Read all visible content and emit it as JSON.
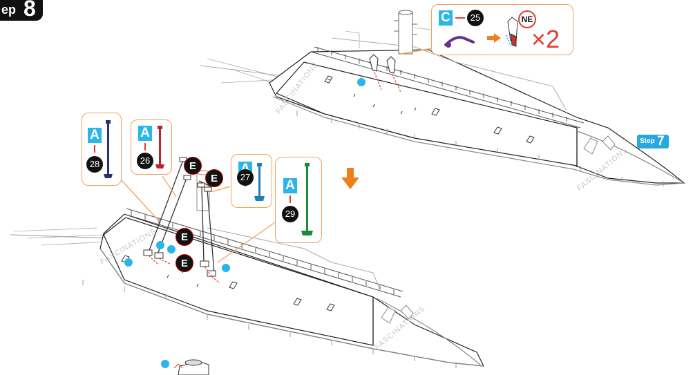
{
  "step_current": {
    "word": "ep",
    "number": "8"
  },
  "step_previous": {
    "word": "Step",
    "number": "7"
  },
  "watermark": "FASCINATIONS",
  "callout_top": {
    "sheet": "C",
    "part": "25",
    "tag": "NE",
    "multiplier": "×2"
  },
  "callouts_bottom": [
    {
      "sheet": "A",
      "part": "28",
      "color": "#23337a"
    },
    {
      "sheet": "A",
      "part": "26",
      "color": "#c0202a"
    },
    {
      "sheet": "A",
      "part": "27",
      "color": "#1e7fb8"
    },
    {
      "sheet": "A",
      "part": "29",
      "color": "#178a3c"
    }
  ],
  "part_markers": [
    "E",
    "E",
    "E",
    "E"
  ],
  "colors": {
    "accent_blue": "#29b6e8",
    "callout_border": "#f0a35e",
    "arrow_orange": "#ef7f1a",
    "guide_red": "#e63b2e",
    "hull_line": "#222222",
    "deck_line": "#9a9a9a"
  }
}
